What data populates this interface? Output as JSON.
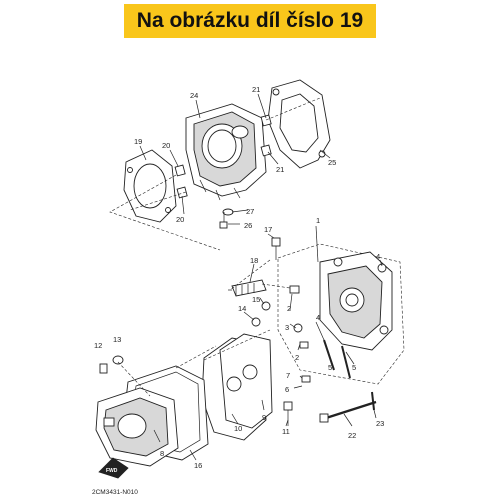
{
  "banner": {
    "text": "Na obrázku díl číslo 19",
    "background": "#f9c61b"
  },
  "diagram": {
    "reference_code": "2CM3431-N010",
    "forward_badge": "FWD",
    "callouts": [
      "1",
      "2",
      "3",
      "4",
      "5",
      "6",
      "7",
      "8",
      "9",
      "10",
      "11",
      "12",
      "13",
      "14",
      "15",
      "16",
      "17",
      "18",
      "19",
      "20",
      "21",
      "22",
      "23",
      "24",
      "25",
      "26",
      "27"
    ]
  }
}
